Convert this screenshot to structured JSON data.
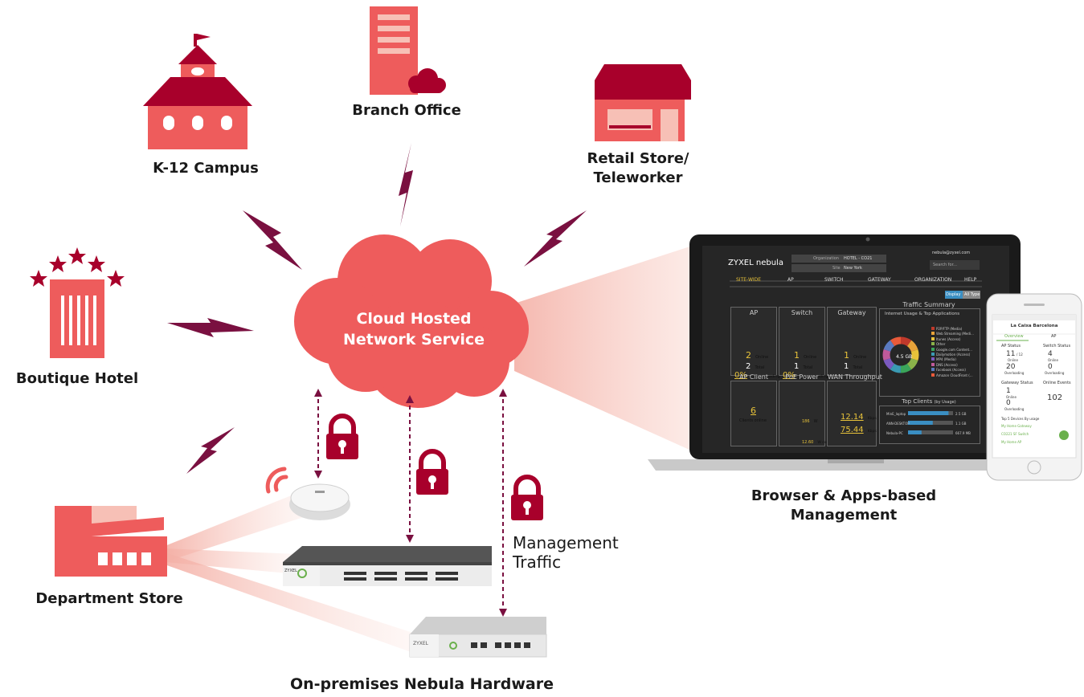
{
  "nodes": {
    "k12": "K-12 Campus",
    "branch": "Branch Office",
    "retail_line1": "Retail Store/",
    "retail_line2": "Teleworker",
    "hotel": "Boutique Hotel",
    "dept": "Department Store",
    "cloud_line1": "Cloud Hosted",
    "cloud_line2": "Network Service",
    "browser_line1": "Browser & Apps-based",
    "browser_line2": "Management",
    "hardware": "On-premises Nebula Hardware",
    "mgmt_line1": "Management",
    "mgmt_line2": "Traffic"
  },
  "laptop": {
    "brand": "ZYXEL nebula",
    "user": "nebula@zyxel.com",
    "org_label": "Organization",
    "org_value": "HOTEL - CO21",
    "site_label": "Site",
    "site_value": "New York",
    "search_placeholder": "Search for...",
    "nav": [
      "SITE-WIDE",
      "AP",
      "SWITCH",
      "GATEWAY",
      "ORGANIZATION",
      "HELP"
    ],
    "display_label": "Display",
    "display_value": "All Type",
    "ap_title": "AP",
    "ap_online_num": "2",
    "ap_online_label": "Online",
    "ap_total_num": "2",
    "ap_total_label": "Total",
    "ap_load_num": "0%",
    "ap_load_label": "Heavy loading",
    "sw_title": "Switch",
    "sw_online_num": "1",
    "sw_online_label": "Online",
    "sw_total_num": "1",
    "sw_total_label": "Total",
    "sw_load_num": "0%",
    "sw_load_label": "Heavy loading",
    "gw_title": "Gateway",
    "gw_online_num": "1",
    "gw_online_label": "Online",
    "gw_total_num": "1",
    "gw_total_label": "Total",
    "traffic_title": "Traffic Summary",
    "traffic_sub": "Internet Usage & Top Applications",
    "donut_value": "4.5 GB",
    "apps": [
      "P2P/FTP (Media)",
      "Web Streaming (Medi...",
      "Itunes (Access)",
      "Other",
      "Google.com Content...",
      "Dailymotion (Access)",
      "MP4 (Media)",
      "DNS (Access)",
      "Facebook (Access)",
      "Amazon CloudFront (..."
    ],
    "app_colors": [
      "#c0392b",
      "#e8a33a",
      "#e8c33a",
      "#8ab34a",
      "#3aa55a",
      "#3a9ab3",
      "#7a5ac0",
      "#c05a9a",
      "#5a7ac0",
      "#e85a3a"
    ],
    "apclient_title": "AP Client",
    "apclient_num": "6",
    "apclient_label": "Clients online",
    "poe_title": "PoE Power",
    "poe_val": "186",
    "poe_unit": "W",
    "poe_cons": "12.60",
    "poe_cons_unit": "W consumed",
    "wan_title": "WAN Throughput",
    "wan_up": "12.14",
    "wan_down": "75.44",
    "wan_unit": "Kbps",
    "topclients_title": "Top Clients",
    "topclients_sub": "(by Usage)",
    "clients": [
      {
        "name": "MinE_laptop",
        "val": "2.5 GB",
        "fill": 0.9
      },
      {
        "name": "ANN-DESKTOP",
        "val": "1.1 GB",
        "fill": 0.55
      },
      {
        "name": "Nebula-PC",
        "val": "667.9 MB",
        "fill": 0.3
      }
    ]
  },
  "phone": {
    "title": "La Caixa Barcelona",
    "tab1": "Overview",
    "tab2": "AP",
    "ap_status": "AP Status",
    "ap_num": "11",
    "ap_den": "/ 12",
    "ap_online": "Online",
    "ap_pct": "20",
    "ap_over": "Overloading",
    "sw_status": "Switch Status",
    "sw_num": "4",
    "sw_online": "Online",
    "sw_zero": "0",
    "sw_over": "Overloading",
    "gw_status": "Gateway Status",
    "gw_num": "1",
    "gw_online": "Online",
    "gw_zero": "0",
    "gw_over": "Overloading",
    "events": "Online Events",
    "events_num": "102",
    "top_devices": "Top 5 Devices By usage",
    "dev1": "My Home Gateway",
    "dev2": "CO221 SF Switch",
    "dev3": "My Home AP"
  },
  "devices": {
    "switch_brand": "ZYXEL",
    "gateway_brand": "ZYXEL"
  },
  "colors": {
    "coral": "#ee5c5c",
    "dark_red": "#a8002b",
    "bolt": "#7a1040",
    "light_coral": "#f4b0a6"
  }
}
